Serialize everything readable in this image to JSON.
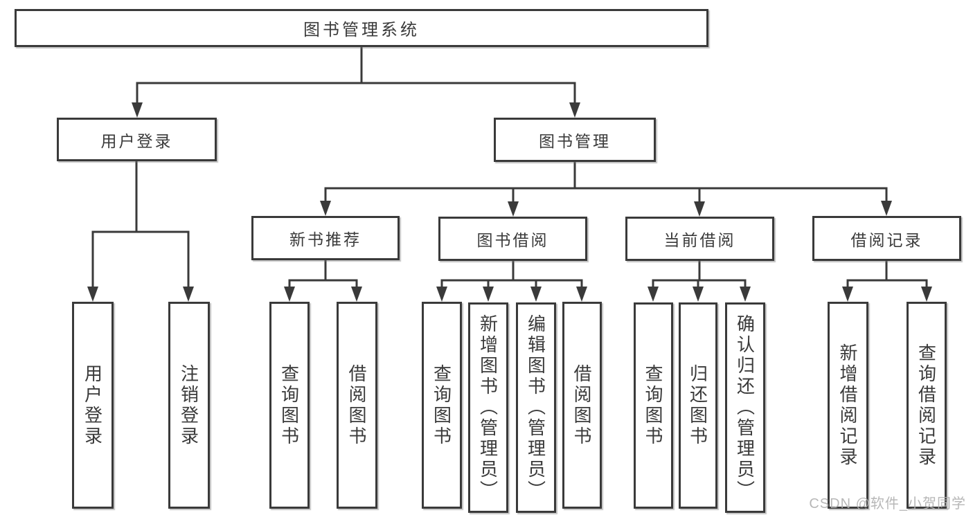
{
  "nodes": {
    "root": "图书管理系统",
    "user_login": "用户登录",
    "book_mgmt": "图书管理",
    "new_book_rec": "新书推荐",
    "book_borrow": "图书借阅",
    "current_borrow": "当前借阅",
    "borrow_records": "借阅记录",
    "leaf_user_login": "用户登录",
    "leaf_logout": "注销登录",
    "leaf_query_book_rec": "查询图书",
    "leaf_borrow_book_rec": "借阅图书",
    "leaf_query_book_borrow": "查询图书",
    "leaf_add_book": "新增图书（管理员）",
    "leaf_edit_book": "编辑图书（管理员）",
    "leaf_borrow_book_borrow": "借阅图书",
    "leaf_query_book_current": "查询图书",
    "leaf_return_book": "归还图书",
    "leaf_confirm_return": "确认归还（管理员）",
    "leaf_add_record": "新增借阅记录",
    "leaf_query_record": "查询借阅记录"
  },
  "tree": {
    "图书管理系统": {
      "用户登录": [
        "用户登录",
        "注销登录"
      ],
      "图书管理": {
        "新书推荐": [
          "查询图书",
          "借阅图书"
        ],
        "图书借阅": [
          "查询图书",
          "新增图书（管理员）",
          "编辑图书（管理员）",
          "借阅图书"
        ],
        "当前借阅": [
          "查询图书",
          "归还图书",
          "确认归还（管理员）"
        ],
        "借阅记录": [
          "新增借阅记录",
          "查询借阅记录"
        ]
      }
    }
  },
  "watermark": {
    "text": "CSDN @软件_小贺同学"
  },
  "colors": {
    "line": "#3a3a3a",
    "text": "#3a3a3a",
    "watermark": "#b0b0b0",
    "background": "#ffffff"
  }
}
